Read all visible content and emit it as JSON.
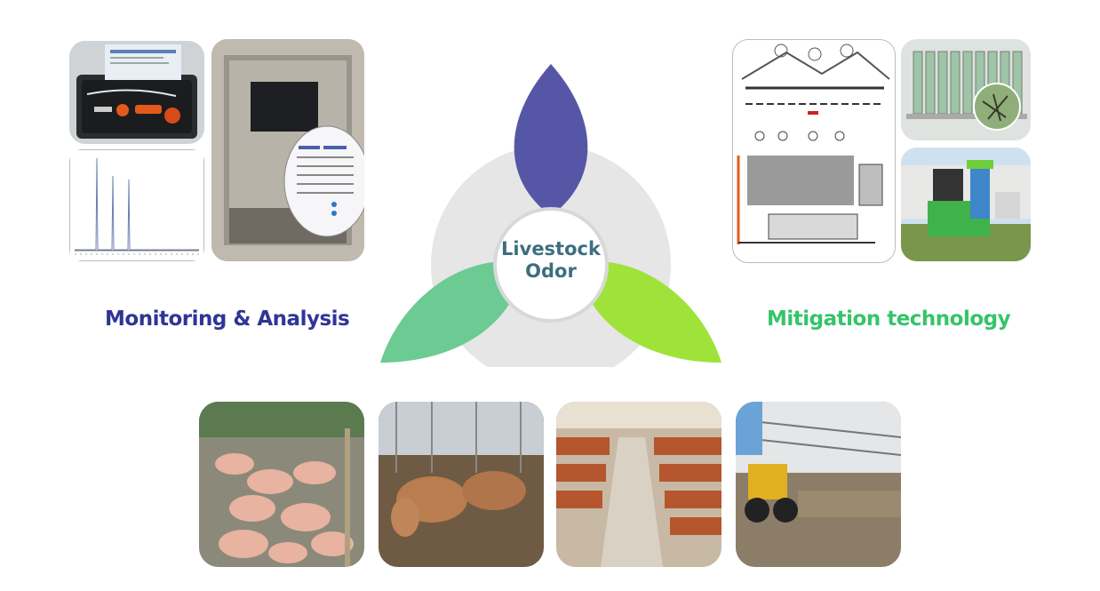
{
  "center": {
    "line1": "Livestock",
    "line2": "Odor"
  },
  "sections": {
    "monitoring": {
      "title": "Monitoring & Analysis",
      "color": "#2f3597"
    },
    "mitigation": {
      "title": "Mitigation technology",
      "color": "#35c46a"
    }
  },
  "petal_colors": {
    "top": "#5557a6",
    "left": "#6bcb92",
    "right": "#9fe33a",
    "ring": "#e6e6e6"
  },
  "photos": {
    "monitoring": [
      "portable odor sampling kit in case",
      "chromatogram plot",
      "gas analyzer cabinet with screen"
    ],
    "mitigation": [
      "livestock barn air treatment schematic",
      "test tubes in rack",
      "green biofilter unit outside barn"
    ],
    "farms": [
      "pig pen",
      "cattle barn",
      "poultry cage house",
      "compost facility with loader"
    ]
  }
}
